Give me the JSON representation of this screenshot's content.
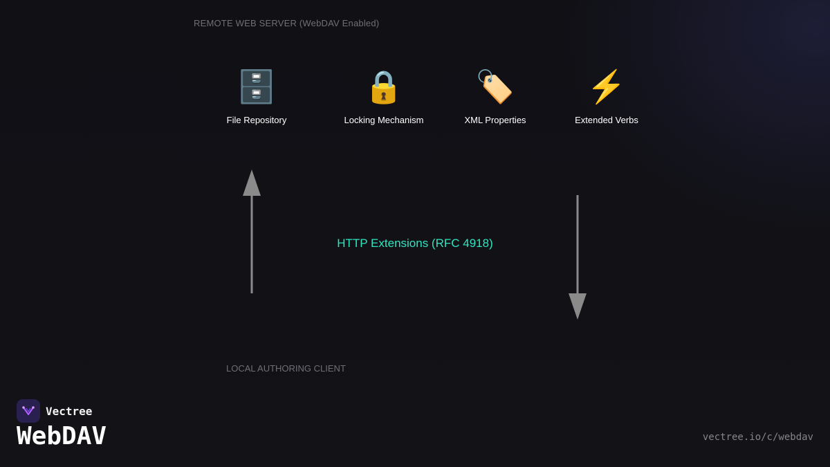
{
  "server": {
    "label": "REMOTE WEB SERVER (WebDAV Enabled)"
  },
  "client": {
    "label": "LOCAL AUTHORING CLIENT"
  },
  "features": [
    {
      "icon": "🗄️",
      "icon_name": "file-cabinet-icon",
      "label": "File Repository"
    },
    {
      "icon": "🔒",
      "icon_name": "lock-icon",
      "label": "Locking Mechanism"
    },
    {
      "icon": "🏷️",
      "icon_name": "tag-icon",
      "label": "XML Properties"
    },
    {
      "icon": "⚡",
      "icon_name": "lightning-icon",
      "label": "Extended Verbs"
    }
  ],
  "connection": {
    "label": "HTTP Extensions (RFC 4918)",
    "color": "#2ee6c1"
  },
  "brand": {
    "name": "Vectree",
    "logo_icon": "vectree-logo-icon"
  },
  "title": "WebDAV",
  "url": "vectree.io/c/webdav",
  "colors": {
    "background": "#111116",
    "arrow": "#8a8a8a",
    "accent": "#2ee6c1"
  }
}
